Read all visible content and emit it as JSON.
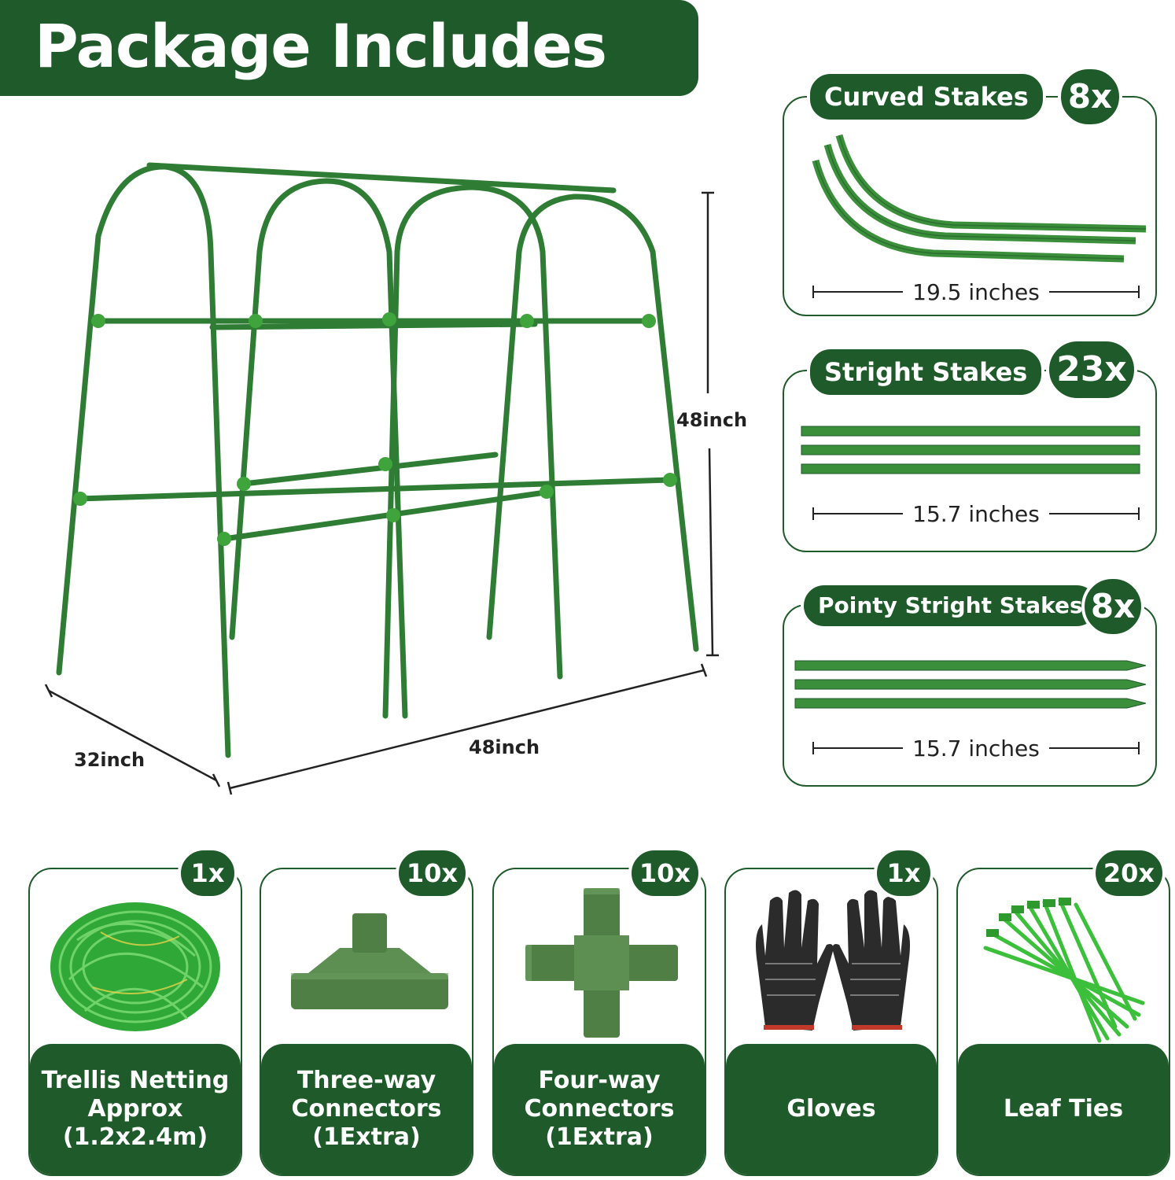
{
  "banner": {
    "title": "Package Includes"
  },
  "trellis": {
    "height_label": "48inch",
    "width_label": "48inch",
    "depth_label": "32inch",
    "colors": {
      "pole": "#2f7d35",
      "joint": "#3fa43c"
    }
  },
  "stakes": [
    {
      "name": "Curved Stakes",
      "qty": "8x",
      "length": "19.5 inches"
    },
    {
      "name": "Stright Stakes",
      "qty": "23x",
      "length": "15.7 inches"
    },
    {
      "name": "Pointy Stright Stakes",
      "qty": "8x",
      "length": "15.7 inches"
    }
  ],
  "items": [
    {
      "qty": "1x",
      "label_lines": [
        "Trellis Netting",
        "Approx",
        "(1.2x2.4m)"
      ],
      "icon": "netting-icon"
    },
    {
      "qty": "10x",
      "label_lines": [
        "Three-way",
        "Connectors",
        "(1Extra)"
      ],
      "icon": "three-way-connector-icon"
    },
    {
      "qty": "10x",
      "label_lines": [
        "Four-way",
        "Connectors",
        "(1Extra)"
      ],
      "icon": "four-way-connector-icon"
    },
    {
      "qty": "1x",
      "label_lines": [
        "Gloves"
      ],
      "icon": "gloves-icon"
    },
    {
      "qty": "20x",
      "label_lines": [
        "Leaf Ties"
      ],
      "icon": "leaf-ties-icon"
    }
  ],
  "colors": {
    "brand": "#1f5a2b",
    "stake": "#3b8f3a",
    "connector": "#4f7f45"
  }
}
